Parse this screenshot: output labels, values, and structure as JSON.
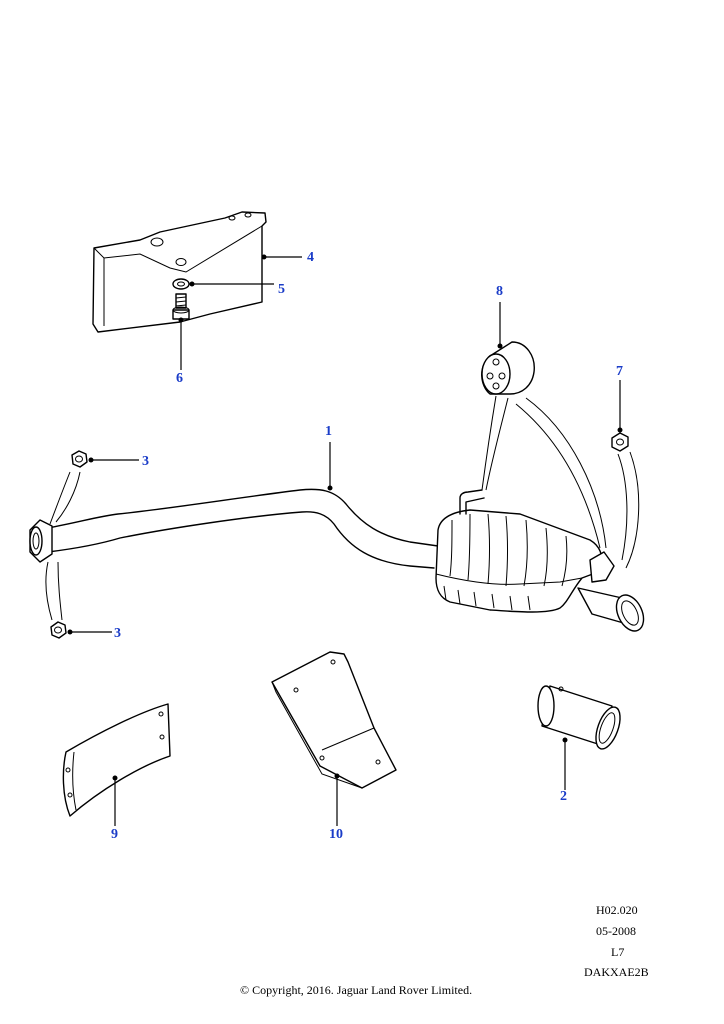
{
  "colors": {
    "callout": "#1a3cc8",
    "line": "#000000",
    "background": "#ffffff"
  },
  "callouts": [
    {
      "label": "1"
    },
    {
      "label": "2"
    },
    {
      "label": "3"
    },
    {
      "label": "3"
    },
    {
      "label": "4"
    },
    {
      "label": "5"
    },
    {
      "label": "6"
    },
    {
      "label": "7"
    },
    {
      "label": "8"
    },
    {
      "label": "9"
    },
    {
      "label": "10"
    }
  ],
  "meta": {
    "ref": "H02.020",
    "date": "05-2008",
    "level": "L7",
    "code": "DAKXAE2B",
    "copyright": "© Copyright, 2016. Jaguar Land Rover Limited."
  }
}
